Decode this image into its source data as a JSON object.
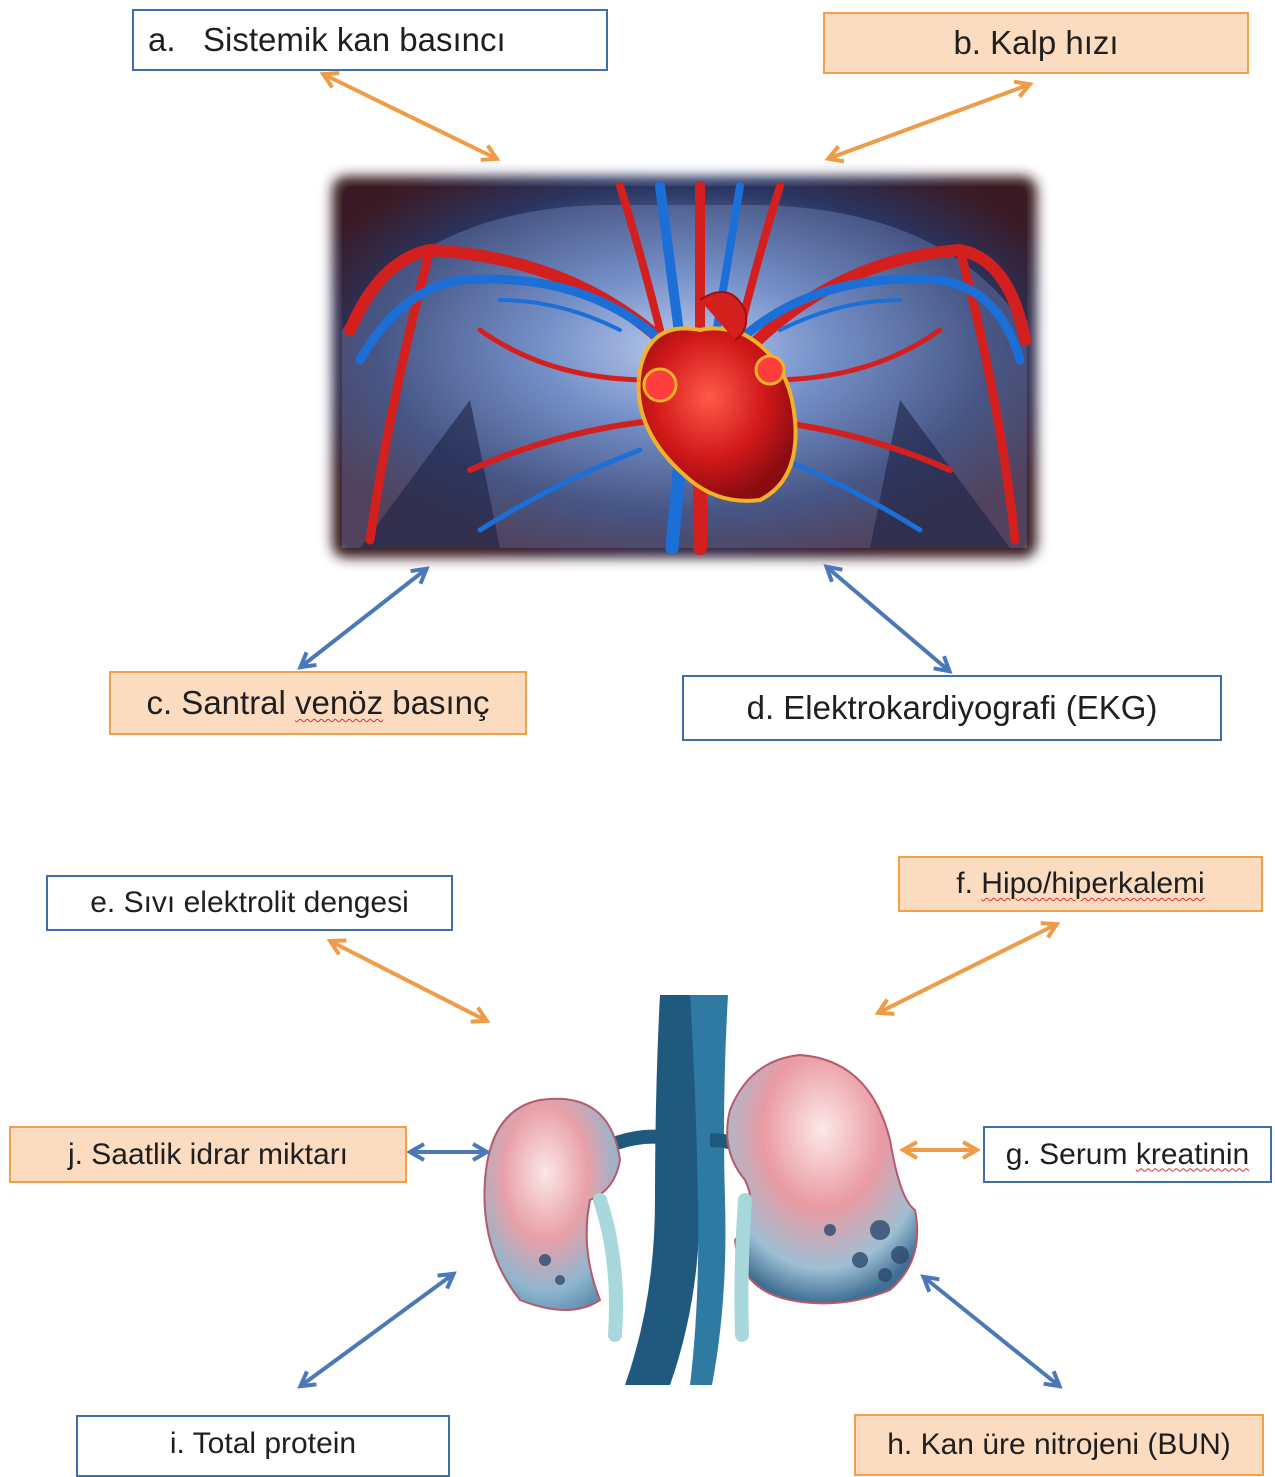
{
  "heart_section": {
    "labels": {
      "a": "a.   Sistemik kan basıncı",
      "b": "b. Kalp hızı",
      "c_prefix": "c. Santral ",
      "c_word": "venöz",
      "c_suffix": " basınç",
      "d": "d. Elektrokardiyografi (EKG)"
    }
  },
  "kidney_section": {
    "labels": {
      "e": "e. Sıvı elektrolit dengesi",
      "f_prefix": "f. ",
      "f_word": "Hipo/hiperkalemi",
      "g_prefix": "g. Serum ",
      "g_word": "kreatinin",
      "h": "h. Kan üre nitrojeni (BUN)",
      "i": "i. Total protein",
      "j": "j. Saatlik idrar miktarı"
    }
  },
  "colors": {
    "blue_border": "#3f6fa8",
    "orange_border": "#f0a14a",
    "orange_fill": "#fbdcc0",
    "arrow_orange": "#ef9b47",
    "arrow_blue": "#4a78b8"
  }
}
